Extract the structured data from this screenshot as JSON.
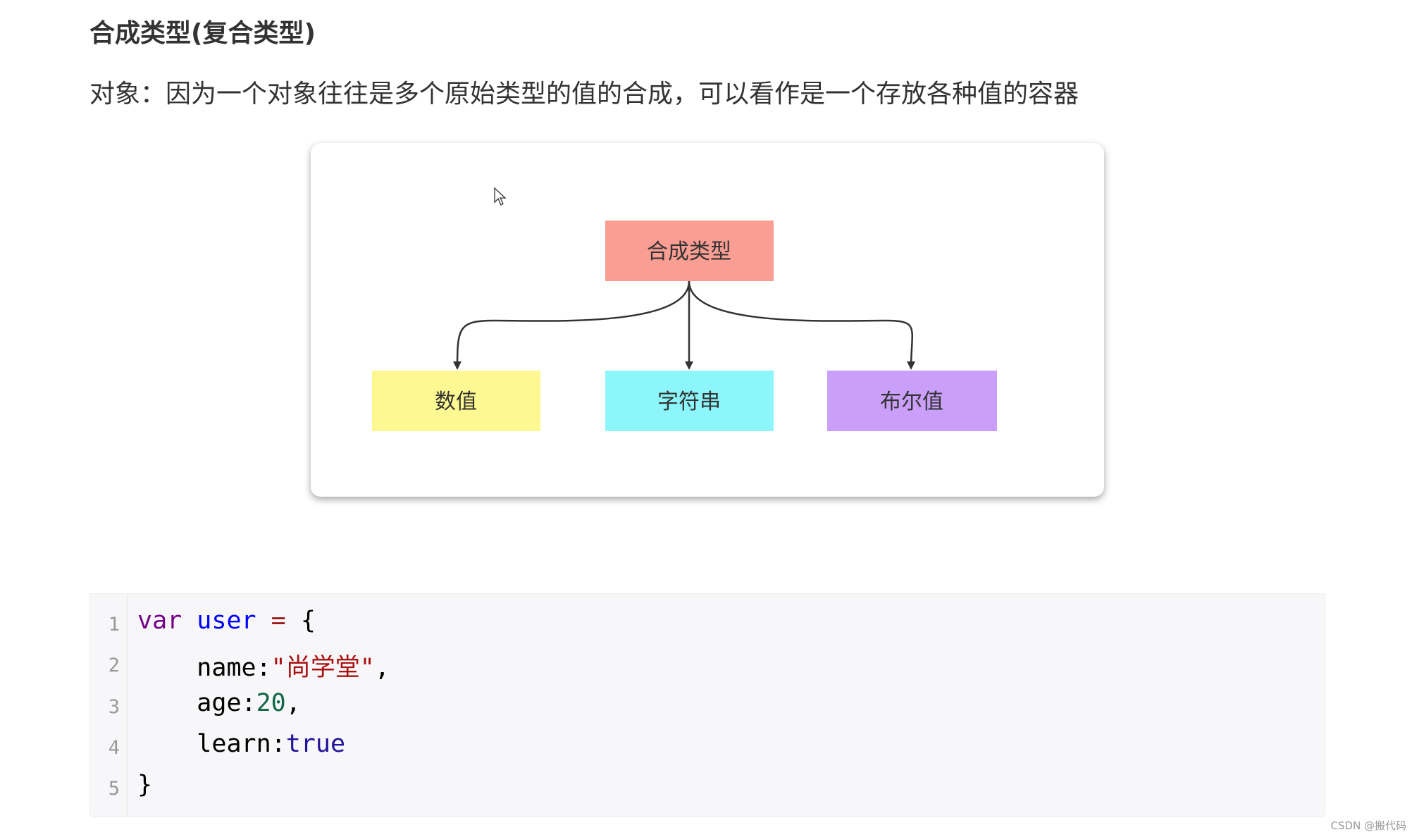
{
  "heading": "合成类型(复合类型)",
  "paragraph": "对象：因为一个对象往往是多个原始类型的值的合成，可以看作是一个存放各种值的容器",
  "diagram": {
    "root": {
      "label": "合成类型",
      "color": "#fa9e94"
    },
    "children": [
      {
        "label": "数值",
        "color": "#fdf891"
      },
      {
        "label": "字符串",
        "color": "#8cf6fb"
      },
      {
        "label": "布尔值",
        "color": "#c99ff9"
      }
    ]
  },
  "code": {
    "line_numbers": [
      "1",
      "2",
      "3",
      "4",
      "5"
    ],
    "lines": [
      {
        "var_kw": "var",
        "var_name": "user",
        "assign": "=",
        "open_brace": "{"
      },
      {
        "key": "name",
        "colon": ":",
        "value": "\"尚学堂\"",
        "comma": ","
      },
      {
        "key": "age",
        "colon": ":",
        "value": "20",
        "comma": ","
      },
      {
        "key": "learn",
        "colon": ":",
        "value": "true"
      },
      {
        "close_brace": "}"
      }
    ]
  },
  "watermark": "CSDN @搬代码"
}
